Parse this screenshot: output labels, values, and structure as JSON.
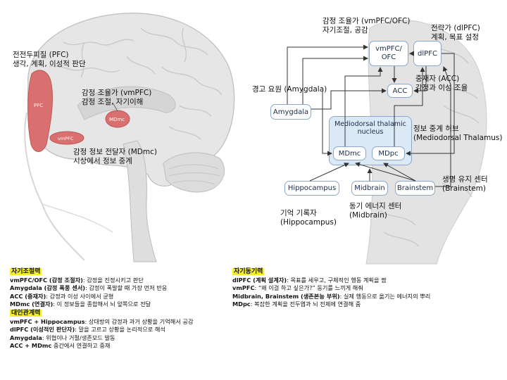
{
  "left_brain": {
    "pfc_tag": "PFC",
    "vmpfc_tag": "vmPFC",
    "mdmc_tag": "MDmc",
    "pfc_line1": "전전두피질 (PFC)",
    "pfc_line2": "생각, 계획, 이성적 판단",
    "vmpfc_line1": "감정 조율가 (vmPFC)",
    "vmpfc_line2": "감정 조절, 자기이해",
    "mdmc_line1": "감정 정보 전달자 (MDmc)",
    "mdmc_line2": "시상에서 정보 중계"
  },
  "right_brain": {
    "nodes": {
      "vmpfc": "vmPFC/\nOFC",
      "dlpfc": "dlPFC",
      "acc": "ACC",
      "amygdala": "Amygdala",
      "md_title": "Mediodorsal thalamic\nnucleus",
      "mdmc": "MDmc",
      "mdpc": "MDpc",
      "hippocampus": "Hippocampus",
      "midbrain": "Midbrain",
      "brainstem": "Brainstem"
    },
    "labels": {
      "vmpfc_line1": "감정 조율가 (vmPFC/OFC)",
      "vmpfc_line2": "자기조절, 공감",
      "dlpfc_line1": "전략가 (dlPFC)",
      "dlpfc_line2": "계획, 목표 설정",
      "acc_line1": "중재자 (ACC)",
      "acc_line2": "감정과 이성 조율",
      "amygdala": "경고 요원 (Amygdala)",
      "thal_line1": "정보 중계 허브",
      "thal_line2": "(Mediodorsal Thalamus)",
      "bs_line1": "생명 유지 센터",
      "bs_line2": "(Brainstem)",
      "hip_line1": "기억 기록자",
      "hip_line2": "(Hippocampus)",
      "mid_line1": "동기 에너지 센터",
      "mid_line2": "(Midbrain)"
    }
  },
  "legend_left": {
    "heading1": "자기조절력",
    "items1": [
      {
        "term": "vmPFC/OFC (감정 조절자)",
        "desc": ": 감정을 진정시키고 판단"
      },
      {
        "term": "Amygdala (감정 폭풍 센서)",
        "desc": ": 감정이 폭발할 때 가장 먼저 반응"
      },
      {
        "term": "ACC (중재자)",
        "desc": ": 감정과 이성 사이에서 균형"
      },
      {
        "term": "MDmc (연결자)",
        "desc": ": 이 정보들을 종합해서 뇌 앞쪽으로 전달"
      }
    ],
    "heading2": "대인관계력",
    "items2": [
      {
        "term": "vmPFC + Hippocampus",
        "desc": ": 상대방의 감정과 과거 상황을 기억해서 공감"
      },
      {
        "term": "dlPFC (이성적인 판단자)",
        "desc": ": 말을 고르고 상황을 논리적으로 해석"
      },
      {
        "term": "Amygdala",
        "desc": ": 위협이나 거절/생존모드 발동"
      },
      {
        "term": "ACC + MDmc",
        "desc": " 중간에서 연결하고 중재"
      }
    ]
  },
  "legend_right": {
    "heading": "자기동기력",
    "items": [
      {
        "term": "dlPFC (계획 설계자)",
        "desc": ": 목표를 세우고, 구체적인 행동 계획을 짬"
      },
      {
        "term": "vmPFC",
        "desc": ": “왜 이걸 하고 싶은가?” 동기를 느끼게 해줘"
      },
      {
        "term": "Midbrain, Brainstem (생존본능 부위)",
        "desc": ": 실제 행동으로 옮기는 에너지의 뿌리"
      },
      {
        "term": "MDpc",
        "desc": ": 복잡한 계획을 전두엽과 뇌 전체에 연결해 줌"
      }
    ]
  },
  "colors": {
    "highlight": "#f4ee2c",
    "pfc_region": "#d9706f",
    "node_fill": "#dbe8f5",
    "node_border": "#8aa8c8"
  }
}
